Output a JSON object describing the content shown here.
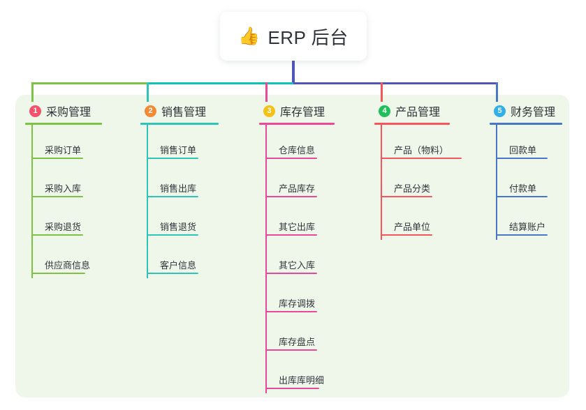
{
  "root": {
    "icon": "thumbs-up-emoji",
    "emoji": "👍",
    "title": "ERP 后台"
  },
  "theme": {
    "panel_bg": "#eff7ea",
    "page_bg": "#ffffff",
    "root_stem": "#4f56b8",
    "bus_left": "#7dc242",
    "bus_mid": "#0fc2b4",
    "bus_right": "#4f56b8"
  },
  "columns": [
    {
      "number": "1",
      "title": "采购管理",
      "badge_color": "#f4516c",
      "line_color": "#7dc242",
      "items": [
        "采购订单",
        "采购入库",
        "采购退货",
        "供应商信息"
      ]
    },
    {
      "number": "2",
      "title": "销售管理",
      "badge_color": "#f28934",
      "line_color": "#2ec4b6",
      "items": [
        "销售订单",
        "销售出库",
        "销售退货",
        "客户信息"
      ]
    },
    {
      "number": "3",
      "title": "库存管理",
      "badge_color": "#f5c018",
      "line_color": "#ec4899",
      "items": [
        "仓库信息",
        "产品库存",
        "其它出库",
        "其它入库",
        "库存调拨",
        "库存盘点",
        "出库库明细"
      ]
    },
    {
      "number": "4",
      "title": "产品管理",
      "badge_color": "#21bf5b",
      "line_color": "#f4565b",
      "items": [
        "产品（物料）",
        "产品分类",
        "产品单位"
      ]
    },
    {
      "number": "5",
      "title": "财务管理",
      "badge_color": "#31b0e8",
      "line_color": "#4a76c8",
      "items": [
        "回款单",
        "付款单",
        "结算账户"
      ]
    }
  ]
}
